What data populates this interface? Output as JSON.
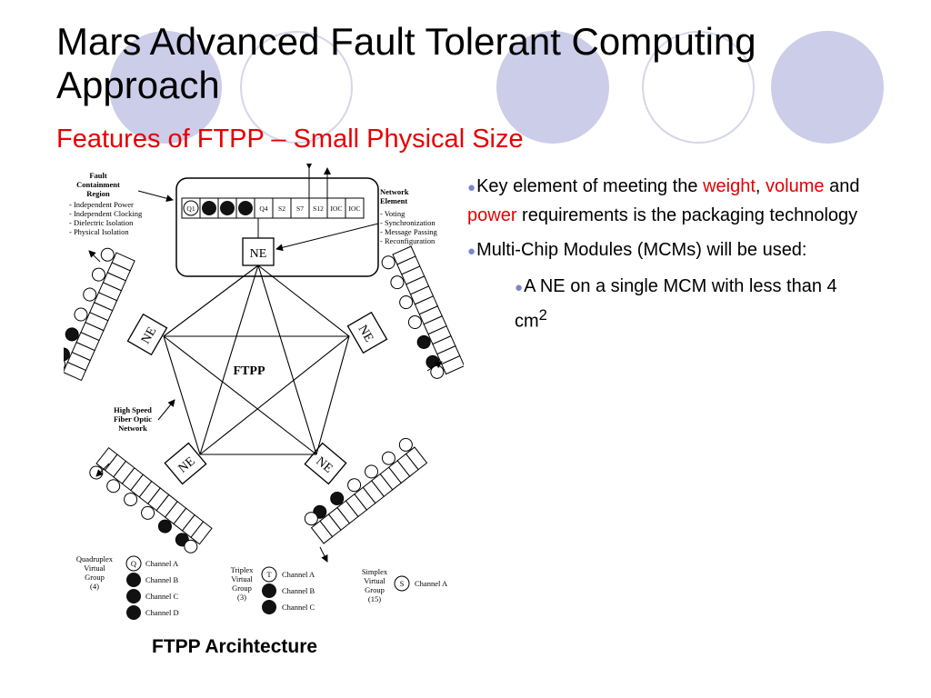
{
  "slide": {
    "title": "Mars Advanced Fault Tolerant Computing Approach",
    "subtitle": "Features of FTPP – Small Physical Size",
    "caption": "FTPP Arcihtecture",
    "colors": {
      "accent_red": "#e60000",
      "bullet": "#7a86c8",
      "deco_fill": "#cccde9",
      "deco_ring": "#d4d6ea"
    }
  },
  "bullets": {
    "b1": {
      "t1": "Key element of meeting the ",
      "weight": "weight",
      "t2": ", ",
      "volume": "volume",
      "t3": " and ",
      "power": "power",
      "t4": " requirements is the packaging technology"
    },
    "b2": {
      "text": "Multi-Chip Modules (MCMs) will be used:"
    },
    "b3": {
      "text": "A NE on a single MCM with less than 4 cm",
      "sup": "2"
    }
  },
  "diagram": {
    "center_label": "FTPP",
    "ne_label": "NE",
    "fault_region": {
      "title1": "Fault",
      "title2": "Containment",
      "title3": "Region",
      "items": [
        "- Independent Power",
        "- Independent Clocking",
        "- Dielectric Isolation",
        "- Physical Isolation"
      ]
    },
    "network_element": {
      "title1": "Network",
      "title2": "Element",
      "items": [
        "- Voting",
        "- Synchronization",
        "- Message Passing",
        "- Reconfiguration"
      ]
    },
    "fiber": {
      "l1": "High Speed",
      "l2": "Fiber Optic",
      "l3": "Network"
    },
    "top_cells": [
      "Q1",
      "",
      "",
      "",
      "Q4",
      "S2",
      "S7",
      "S12",
      "IOC",
      "IOC"
    ],
    "legend": {
      "quad": {
        "l1": "Quadruplex",
        "l2": "Virtual",
        "l3": "Group",
        "l4": "(4)",
        "sym": "Q",
        "channels": [
          "Channel A",
          "Channel B",
          "Channel C",
          "Channel D"
        ]
      },
      "triplex": {
        "l1": "Triplex",
        "l2": "Virtual",
        "l3": "Group",
        "l4": "(3)",
        "sym": "T",
        "channels": [
          "Channel A",
          "Channel B",
          "Channel C"
        ]
      },
      "simplex": {
        "l1": "Simplex",
        "l2": "Virtual",
        "l3": "Group",
        "l4": "(15)",
        "sym": "S",
        "channels": [
          "Channel A"
        ]
      }
    }
  }
}
